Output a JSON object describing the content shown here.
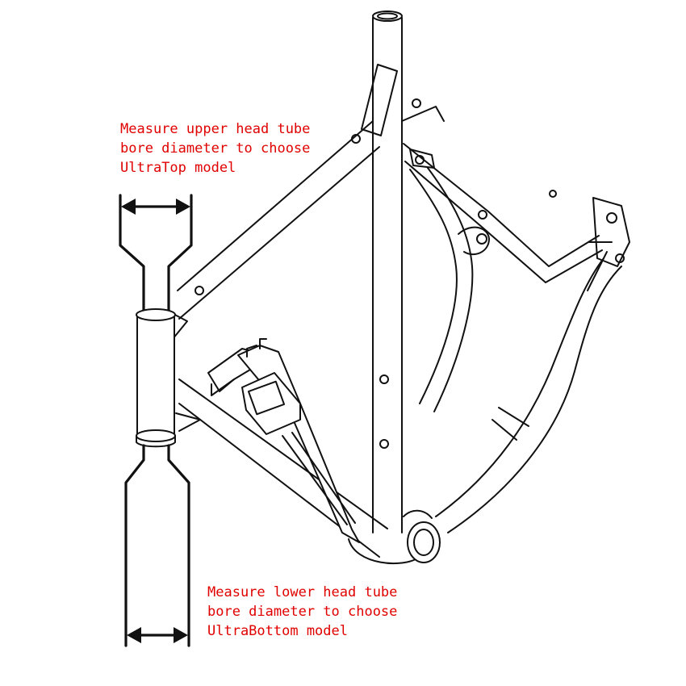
{
  "annotations": {
    "upper": {
      "lines": [
        "Measure upper head tube",
        "bore diameter to choose",
        "UltraTop model"
      ]
    },
    "lower": {
      "lines": [
        "Measure lower head tube",
        "bore diameter to choose",
        "UltraBottom model"
      ]
    }
  },
  "colors": {
    "annotation_text": "#e00000",
    "line_art": "#111111",
    "background": "#ffffff"
  }
}
